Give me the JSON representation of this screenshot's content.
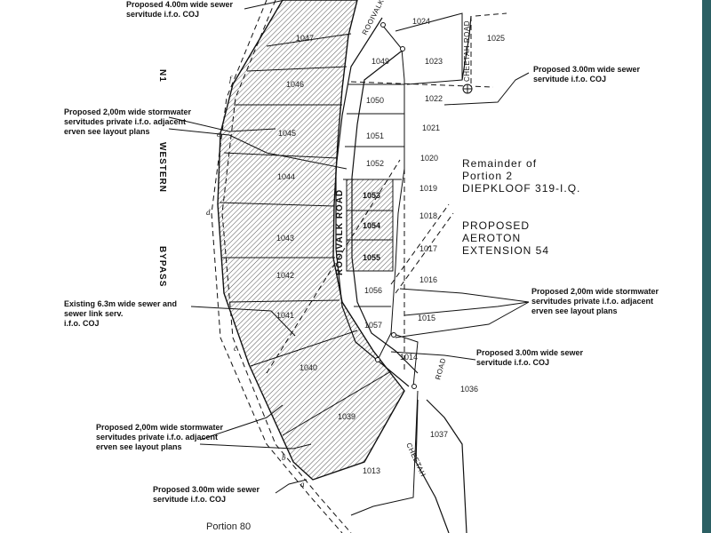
{
  "notes": {
    "sewer_4m_line1": "Proposed 4.00m wide sewer",
    "sewer_4m_line2": "servitude i.f.o. COJ",
    "sewer_3m_top_line1": "Proposed 3.00m wide sewer",
    "sewer_3m_top_line2": "servitude i.f.o. COJ",
    "storm_left_line1": "Proposed 2,00m wide stormwater",
    "storm_left_line2": "servitudes private i.f.o. adjacent",
    "storm_left_line3": "erven see layout plans",
    "storm_right_line1": "Proposed 2,00m wide stormwater",
    "storm_right_line2": "servitudes private i.f.o. adjacent",
    "storm_right_line3": "erven see layout plans",
    "existing_line1": "Existing 6.3m wide sewer and",
    "existing_line2": "sewer link serv.",
    "existing_line3": "i.f.o. COJ",
    "sewer_3m_mid_line1": "Proposed 3.00m wide sewer",
    "sewer_3m_mid_line2": "servitude i.f.o. COJ",
    "storm_bottom_line1": "Proposed 2,00m wide stormwater",
    "storm_bottom_line2": "servitudes private i.f.o. adjacent",
    "storm_bottom_line3": "erven see layout plans",
    "sewer_3m_bottom_line1": "Proposed 3.00m wide sewer",
    "sewer_3m_bottom_line2": "servitude i.f.o. COJ"
  },
  "remainder": {
    "line1": "Remainder of",
    "line2": "Portion 2",
    "line3": "DIEPKLOOF 319-I.Q."
  },
  "proposed": {
    "line1": "PROPOSED",
    "line2": "AEROTON",
    "line3": "EXTENSION 54"
  },
  "bypass": {
    "n1": "N1",
    "western": "WESTERN",
    "bypass": "BYPASS"
  },
  "roads": {
    "rooivalk_main": "ROOIVALK ROAD",
    "rooivalk_top": "ROOIVALK R",
    "cheetah_top": "CHEETAH ROAD",
    "cheetah_bottom": "CHEETAH",
    "road_mid": "ROAD"
  },
  "portion80": "Portion 80",
  "points": {
    "a": "a",
    "b": "b",
    "c": "c",
    "d": "d",
    "e": "e",
    "f": "f"
  },
  "erven_west": [
    "1047",
    "1046",
    "1045",
    "1044",
    "1043",
    "1042",
    "1041",
    "1040",
    "1039"
  ],
  "erven_inner": [
    "1049",
    "1050",
    "1051",
    "1052",
    "1053",
    "1054",
    "1055",
    "1056",
    "1057"
  ],
  "erven_east": [
    "1024",
    "1023",
    "1022",
    "1021",
    "1020",
    "1019",
    "1018",
    "1017",
    "1016",
    "1015",
    "1014"
  ],
  "erven_other": [
    "1025",
    "1036",
    "1037",
    "1013"
  ]
}
